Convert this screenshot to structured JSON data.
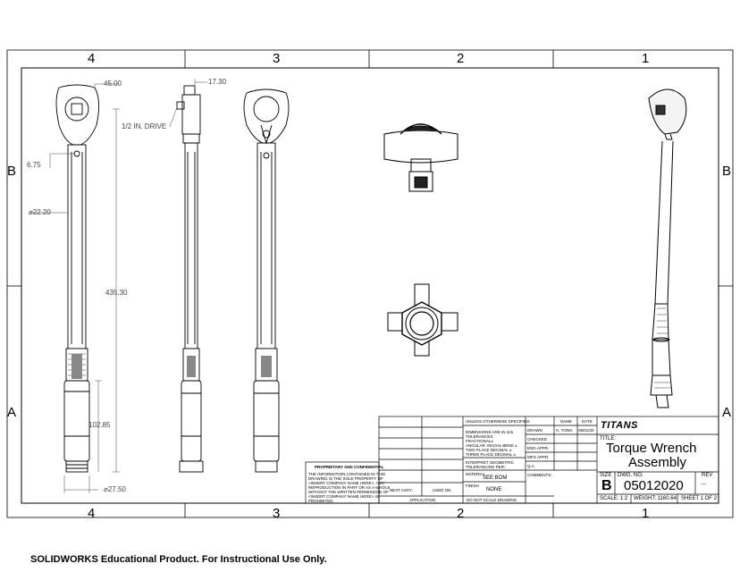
{
  "zones": {
    "columns": [
      "4",
      "3",
      "2",
      "1"
    ],
    "rows": [
      "B",
      "A"
    ]
  },
  "dimensions": {
    "head_width": "45.00",
    "drive_offset": "17.30",
    "drive_label": "1/2 IN. DRIVE",
    "pin_offset": "6.75",
    "shaft_diameter": "22.20",
    "overall_length": "435.30",
    "grip_length": "102.85",
    "grip_diameter": "27.50"
  },
  "title_block": {
    "unless_specified": "UNLESS OTHERWISE SPECIFIED:",
    "name_header": "NAME",
    "date_header": "DATE",
    "dims_in": "DIMENSIONS ARE IN mm",
    "tolerances": "TOLERANCES:",
    "fractional": "FRACTIONAL±",
    "angular": "ANGULAR: MACH±   BEND ±",
    "two_place": "TWO PLACE DECIMAL   ±",
    "three_place": "THREE PLACE DECIMAL  ±",
    "interpret": "INTERPRET GEOMETRIC",
    "tolerancing": "TOLERANCING PER:",
    "material_label": "MATERIAL",
    "material_value": "SEE BOM",
    "finish_label": "FINISH",
    "finish_value": "NONE",
    "no_scale": "DO NOT SCALE DRAWING",
    "next_assy": "NEXT ASSY",
    "used_on": "USED ON",
    "application": "APPLICATION",
    "drawn": "DRAWN",
    "drawn_name": "H. TONG",
    "drawn_date": "05/01/20",
    "checked": "CHECKED",
    "eng_appr": "ENG APPR.",
    "mfg_appr": "MFG APPR.",
    "qa": "Q.A.",
    "comments": "COMMENTS:",
    "proprietary_title": "PROPRIETARY AND CONFIDENTIAL",
    "proprietary_text": [
      "THE INFORMATION CONTAINED IN THIS",
      "DRAWING IS THE SOLE PROPERTY OF",
      "<INSERT COMPANY NAME HERE>. ANY",
      "REPRODUCTION IN PART OR AS A WHOLE",
      "WITHOUT THE WRITTEN PERMISSION OF",
      "<INSERT COMPANY NAME HERE> IS",
      "PROHIBITED."
    ],
    "company_logo": "TITANS",
    "title_label": "TITLE:",
    "title_line1": "Torque Wrench",
    "title_line2": "Assembly",
    "size_label": "SIZE",
    "size_value": "B",
    "dwg_no_label": "DWG.  NO.",
    "dwg_no": "05012020",
    "rev_label": "REV",
    "rev_value": "---",
    "scale": "SCALE: 1:2",
    "weight": "WEIGHT: 1160.64",
    "sheet": "SHEET 1 OF 2"
  },
  "footer": "SOLIDWORKS Educational Product. For Instructional Use Only."
}
